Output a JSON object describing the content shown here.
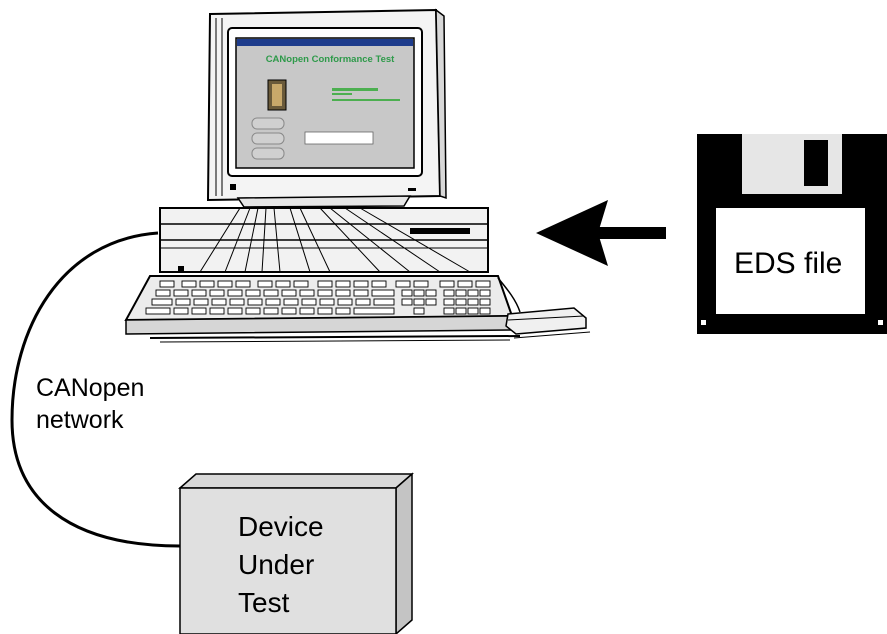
{
  "network_label": {
    "line1": "CANopen",
    "line2": "network"
  },
  "device": {
    "line1": "Device",
    "line2": "Under",
    "line3": "Test"
  },
  "floppy": {
    "label": "EDS file"
  },
  "screen": {
    "title": "CANopen Conformance Test"
  },
  "colors": {
    "screen_bg": "#c8c8c8",
    "screen_title": "#2e9a4a",
    "device_face": "#e0e0e0",
    "device_side": "#c4c4c4"
  }
}
